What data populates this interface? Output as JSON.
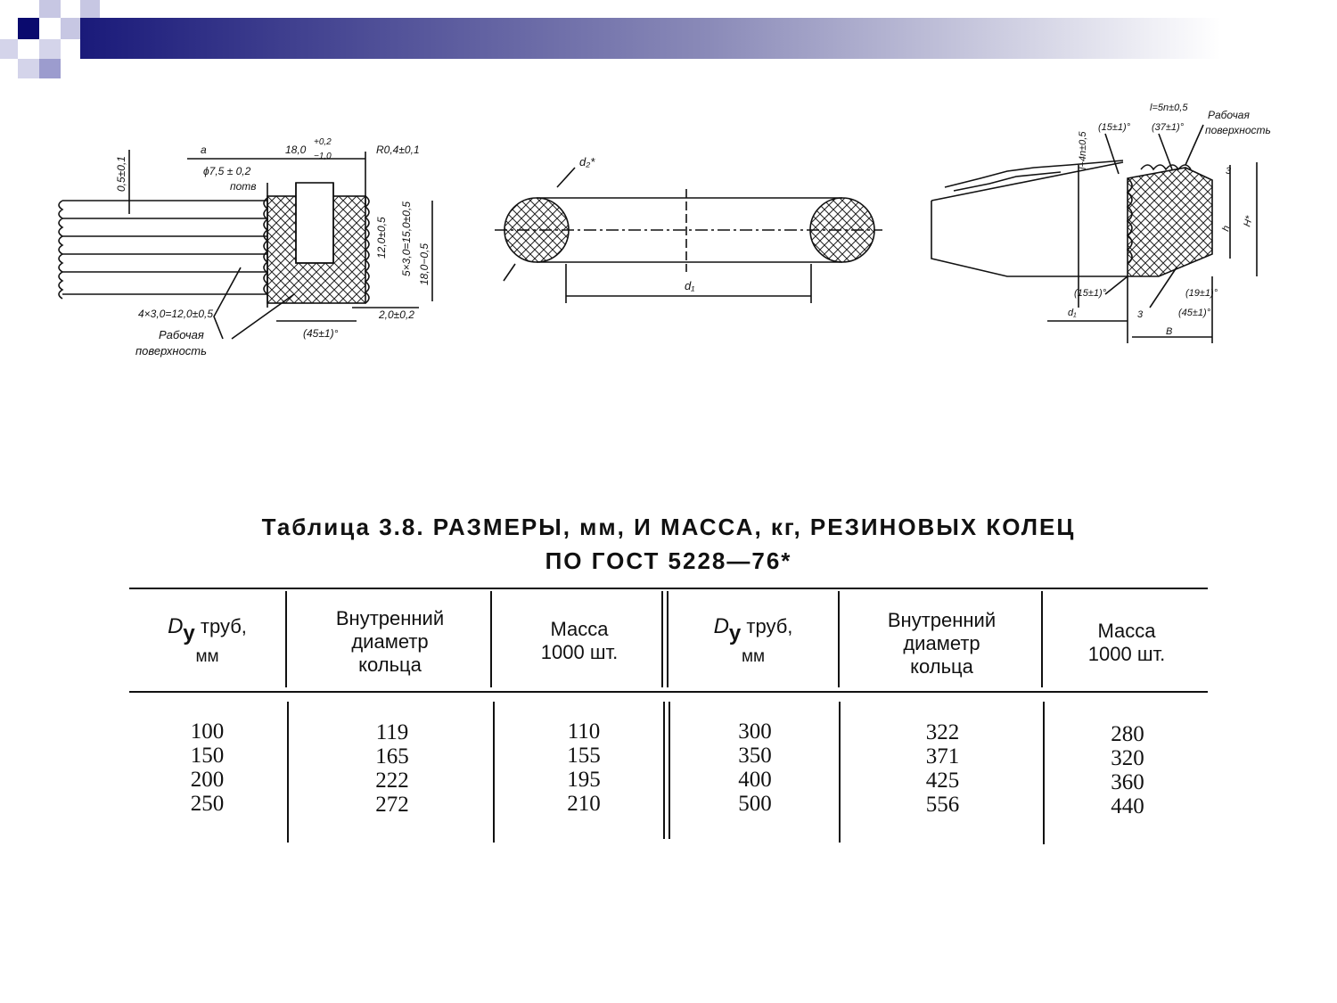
{
  "drawings": {
    "left": {
      "dims": [
        "a",
        "18,0",
        "+0,2",
        "−1,0",
        "R0,4±0,1",
        "ϕ7,5 ± 0,2",
        "потв",
        "0,5±0,1",
        "12,0±0,5",
        "5×3,0=15,0±0,5",
        "18,0−0,5",
        "4×3,0=12,0±0,5",
        "2,0±0,2",
        "(45±1)°",
        "Рабочая",
        "поверхность"
      ]
    },
    "middle": {
      "dims": [
        "d₂*",
        "d₁"
      ]
    },
    "right": {
      "dims": [
        "l=5n±0,5",
        "(15±1)°",
        "(37±1)°",
        "Рабочая",
        "поверхность",
        "l−4n±0,5",
        "3",
        "h",
        "H*",
        "(15±1)°",
        "(19±1)°",
        "(45±1)°",
        "d₁",
        "3",
        "B"
      ]
    }
  },
  "table": {
    "caption_line1": "Таблица 3.8. РАЗМЕРЫ, мм, И МАССА, кг, РЕЗИНОВЫХ КОЛЕЦ",
    "caption_line2": "ПО ГОСТ 5228—76*",
    "headers": {
      "c1": {
        "sym": "D",
        "sub": "у",
        "text": "труб,",
        "unit": "мм"
      },
      "c2": [
        "Внутренний",
        "диаметр",
        "кольца"
      ],
      "c3": [
        "Масса",
        "1000 шт."
      ],
      "c4": {
        "sym": "D",
        "sub": "у",
        "text": "труб,",
        "unit": "мм"
      },
      "c5": [
        "Внутренний",
        "диаметр",
        "кольца"
      ],
      "c6": [
        "Масса",
        "1000 шт."
      ]
    },
    "columns": [
      [
        "100",
        "150",
        "200",
        "250"
      ],
      [
        "119",
        "165",
        "222",
        "272"
      ],
      [
        "110",
        "155",
        "195",
        "210"
      ],
      [
        "300",
        "350",
        "400",
        "500"
      ],
      [
        "322",
        "371",
        "425",
        "556"
      ],
      [
        "280",
        "320",
        "360",
        "440"
      ]
    ]
  }
}
